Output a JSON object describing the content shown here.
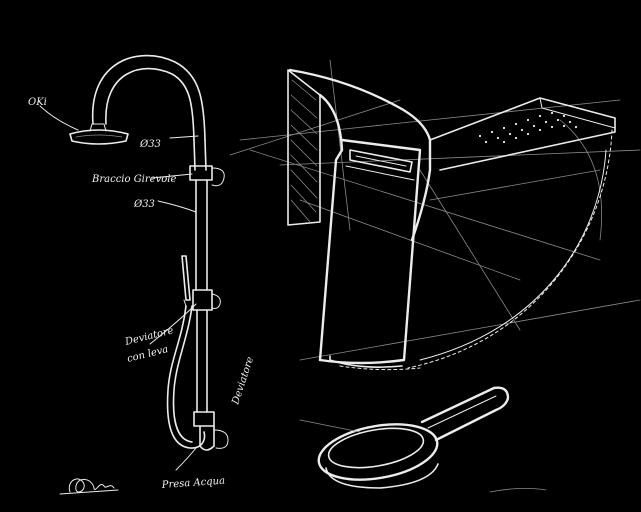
{
  "labels": {
    "oki": "OKi",
    "dia_top": "Ø33",
    "braccio": "Braccio Girevole",
    "dia_mid": "Ø33",
    "deviatore_leva_1": "Deviatore",
    "deviatore_leva_2": "con leva",
    "deviatore": "Deviatore",
    "presa": "Presa Acqua"
  },
  "colors": {
    "background": "#000000",
    "stroke": "#ececec"
  }
}
